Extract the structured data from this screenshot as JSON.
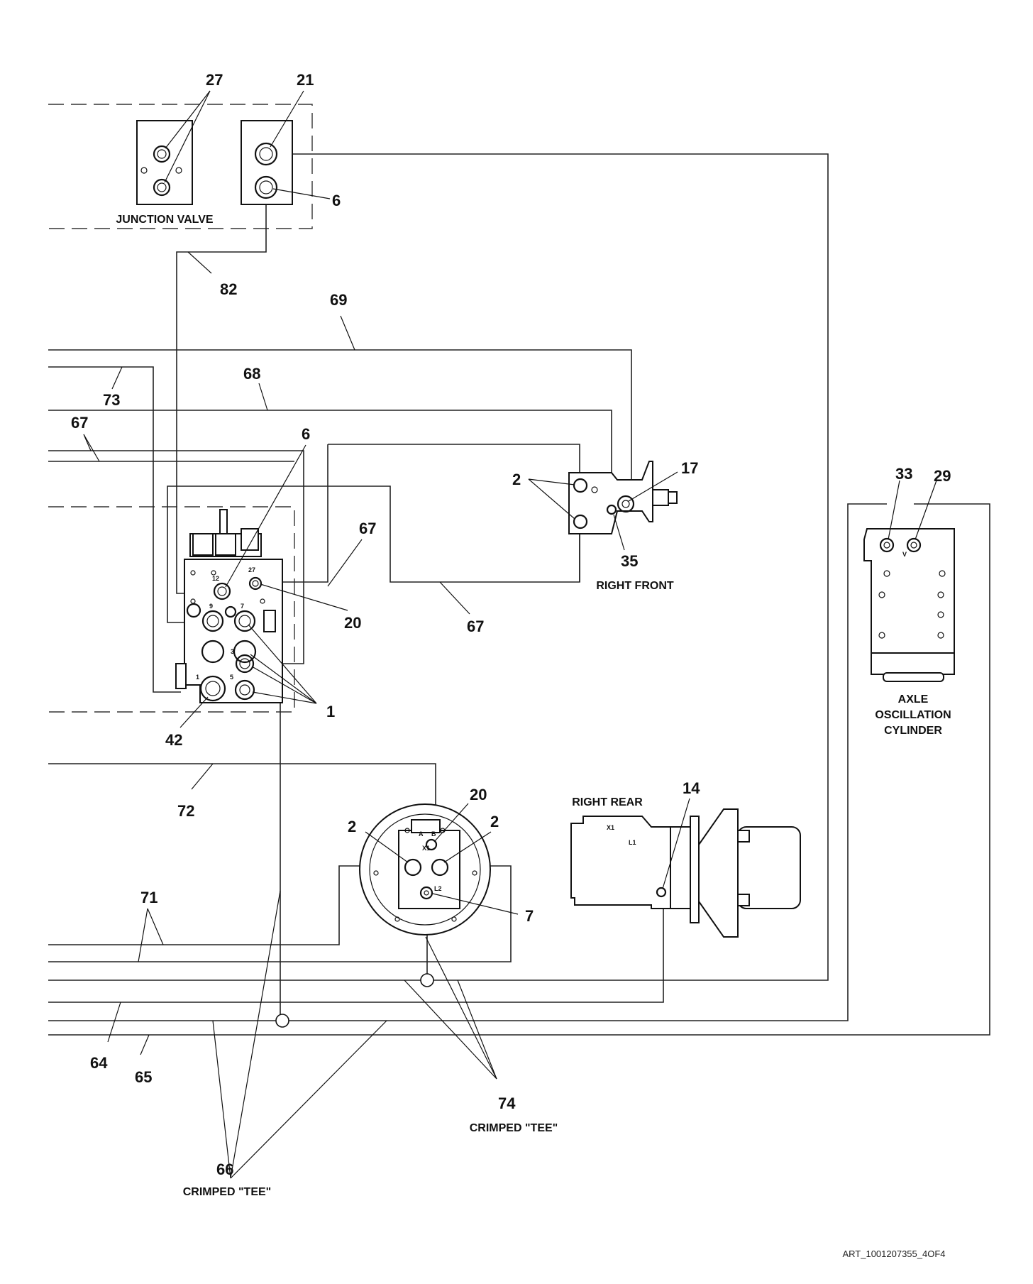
{
  "captions": {
    "junction_valve": "JUNCTION VALVE",
    "right_front": "RIGHT FRONT",
    "right_rear": "RIGHT REAR",
    "axle_line1": "AXLE",
    "axle_line2": "OSCILLATION",
    "axle_line3": "CYLINDER",
    "crimped_tee_74": "CRIMPED \"TEE\"",
    "crimped_tee_66": "CRIMPED \"TEE\""
  },
  "callouts": {
    "c27_top": "27",
    "c21": "21",
    "c6_top": "6",
    "c82": "82",
    "c69": "69",
    "c68": "68",
    "c73": "73",
    "c67_left": "67",
    "c6_mid": "6",
    "c67_right": "67",
    "c20_mid": "20",
    "c67_bottom": "67",
    "c1": "1",
    "c42": "42",
    "c2_front": "2",
    "c17": "17",
    "c35": "35",
    "c33": "33",
    "c29": "29",
    "c72": "72",
    "c20_rear": "20",
    "c2_rear_left": "2",
    "c2_rear_right": "2",
    "c7": "7",
    "c14": "14",
    "c71": "71",
    "c64": "64",
    "c65": "65",
    "c74": "74",
    "c66": "66"
  },
  "port_labels": {
    "p12": "12",
    "p27": "27",
    "p9": "9",
    "p7": "7",
    "p3": "3",
    "p1": "1",
    "p5": "5",
    "pA": "A",
    "pB": "B",
    "pX1": "X1",
    "pL2": "L2",
    "pX1_rear": "X1",
    "pL1_rear": "L1",
    "pV": "V"
  },
  "footer": {
    "art_id": "ART_1001207355_4OF4"
  }
}
